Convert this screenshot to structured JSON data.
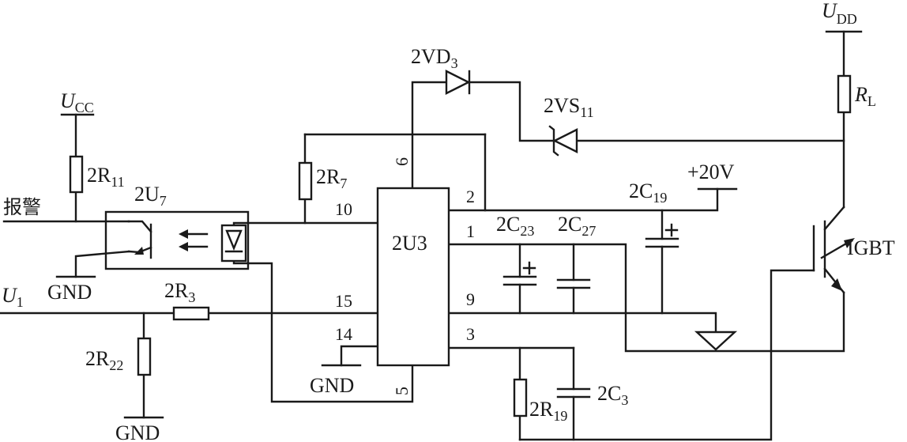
{
  "labels": {
    "ucc": "U",
    "ucc_sub": "CC",
    "udd": "U",
    "udd_sub": "DD",
    "u1": "U",
    "u1_sub": "1",
    "rl": "R",
    "rl_sub": "L",
    "r11": "2R",
    "r11_sub": "11",
    "r7": "2R",
    "r7_sub": "7",
    "r3": "2R",
    "r3_sub": "3",
    "r22": "2R",
    "r22_sub": "22",
    "r19": "2R",
    "r19_sub": "19",
    "c19": "2C",
    "c19_sub": "19",
    "c23": "2C",
    "c23_sub": "23",
    "c27": "2C",
    "c27_sub": "27",
    "c3": "2C",
    "c3_sub": "3",
    "vd3": "2VD",
    "vd3_sub": "3",
    "vs11": "2VS",
    "vs11_sub": "11",
    "u7": "2U",
    "u7_sub": "7",
    "ic": "2U3",
    "alarm": "报警",
    "plus20v": "+20V",
    "igbt": "IGBT",
    "gnd1": "GND",
    "gnd2": "GND",
    "gnd3": "GND",
    "pin2": "2",
    "pin1": "1",
    "pin9": "9",
    "pin3": "3",
    "pin10": "10",
    "pin15": "15",
    "pin14": "14",
    "pin6": "6",
    "pin5": "5"
  }
}
